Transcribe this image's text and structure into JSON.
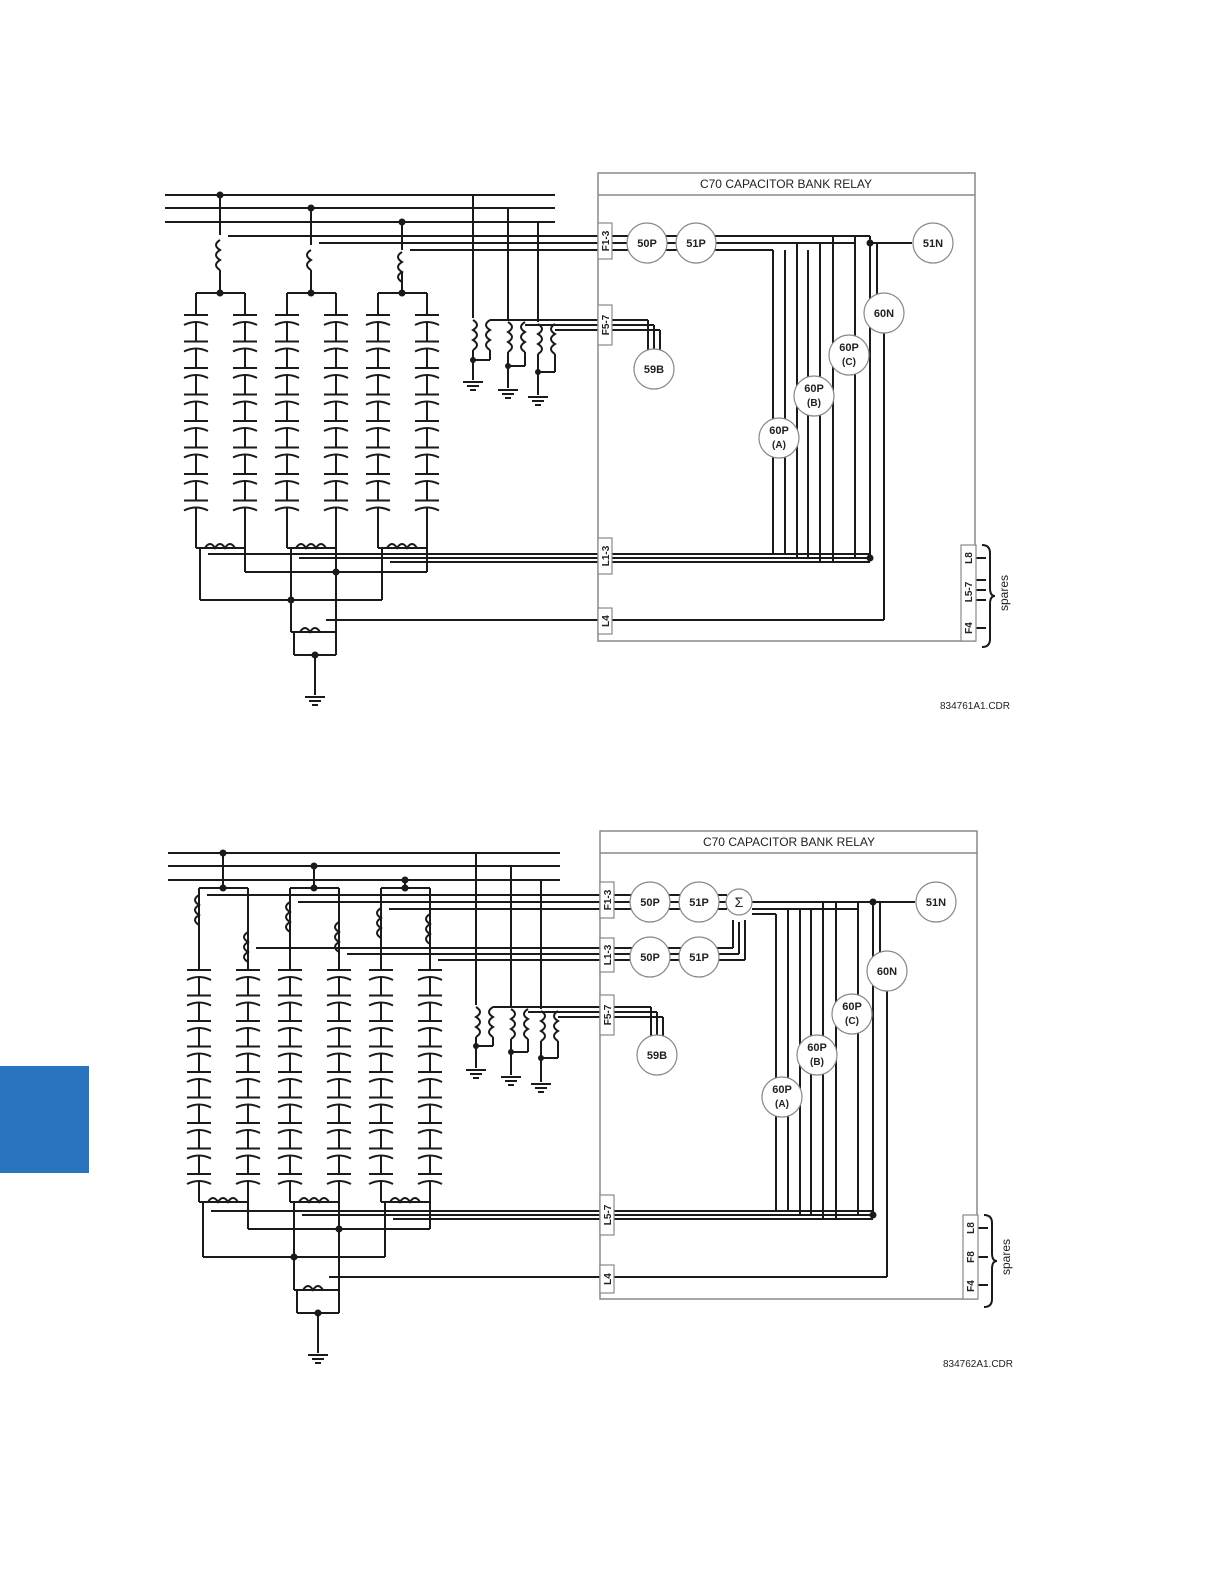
{
  "colors": {
    "tab": "#2a73bf",
    "line": "#1a1a1a",
    "relay_box": "#888888"
  },
  "diagrams": [
    {
      "id": "diag1",
      "relay_title": "C70 CAPACITOR BANK RELAY",
      "terminals": [
        "F1-3",
        "F5-7",
        "L1-3",
        "L4"
      ],
      "elements": [
        "50P",
        "51P",
        "51N",
        "60N",
        "59B"
      ],
      "phase_elements": [
        {
          "code": "60P",
          "phase": "(C)"
        },
        {
          "code": "60P",
          "phase": "(B)"
        },
        {
          "code": "60P",
          "phase": "(A)"
        }
      ],
      "spares_terminals": [
        "L8",
        "L5-7",
        "F4"
      ],
      "spares_label": "spares",
      "drawing_id": "834761A1.CDR"
    },
    {
      "id": "diag2",
      "relay_title": "C70 CAPACITOR BANK RELAY",
      "terminals": [
        "F1-3",
        "L1-3",
        "F5-7",
        "L5-7",
        "L4"
      ],
      "elements": [
        "50P",
        "51P",
        "50P",
        "51P",
        "51N",
        "60N",
        "59B"
      ],
      "sum_symbol": "Σ",
      "phase_elements": [
        {
          "code": "60P",
          "phase": "(C)"
        },
        {
          "code": "60P",
          "phase": "(B)"
        },
        {
          "code": "60P",
          "phase": "(A)"
        }
      ],
      "spares_terminals": [
        "L8",
        "F8",
        "F4"
      ],
      "spares_label": "spares",
      "drawing_id": "834762A1.CDR"
    }
  ]
}
